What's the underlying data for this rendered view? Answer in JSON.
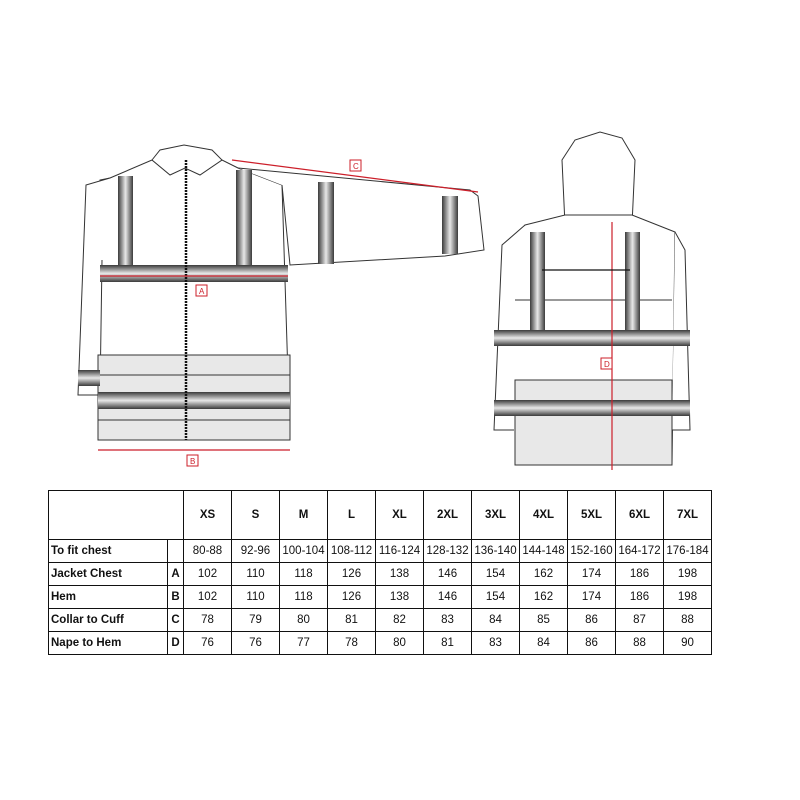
{
  "diagram": {
    "markers": [
      "A",
      "B",
      "C",
      "D"
    ],
    "accent_color": "#cc1f2a"
  },
  "table": {
    "sizes": [
      "XS",
      "S",
      "M",
      "L",
      "XL",
      "2XL",
      "3XL",
      "4XL",
      "5XL",
      "6XL",
      "7XL"
    ],
    "rows": [
      {
        "label": "To fit chest",
        "code": "",
        "values": [
          "80-88",
          "92-96",
          "100-104",
          "108-112",
          "116-124",
          "128-132",
          "136-140",
          "144-148",
          "152-160",
          "164-172",
          "176-184"
        ]
      },
      {
        "label": "Jacket Chest",
        "code": "A",
        "values": [
          "102",
          "110",
          "118",
          "126",
          "138",
          "146",
          "154",
          "162",
          "174",
          "186",
          "198"
        ]
      },
      {
        "label": "Hem",
        "code": "B",
        "values": [
          "102",
          "110",
          "118",
          "126",
          "138",
          "146",
          "154",
          "162",
          "174",
          "186",
          "198"
        ]
      },
      {
        "label": "Collar to Cuff",
        "code": "C",
        "values": [
          "78",
          "79",
          "80",
          "81",
          "82",
          "83",
          "84",
          "85",
          "86",
          "87",
          "88"
        ]
      },
      {
        "label": "Nape to Hem",
        "code": "D",
        "values": [
          "76",
          "76",
          "77",
          "78",
          "80",
          "81",
          "83",
          "84",
          "86",
          "88",
          "90"
        ]
      }
    ]
  }
}
